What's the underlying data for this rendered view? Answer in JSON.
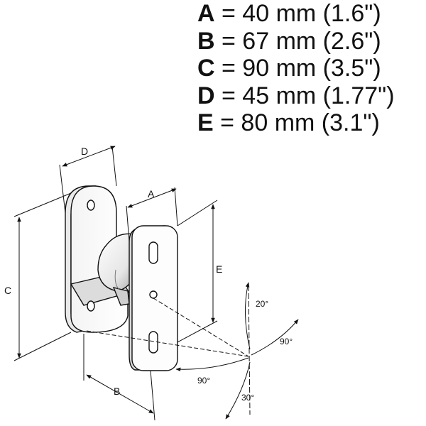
{
  "legend": [
    {
      "letter": "A",
      "text": " = 40 mm (1.6\")"
    },
    {
      "letter": "B",
      "text": " = 67 mm (2.6\")"
    },
    {
      "letter": "C",
      "text": " = 90 mm (3.5\")"
    },
    {
      "letter": "D",
      "text": " = 45 mm (1.77\")"
    },
    {
      "letter": "E",
      "text": " = 80 mm (3.1\")"
    }
  ],
  "dimension_labels": {
    "a": "A",
    "b": "B",
    "c": "C",
    "d": "D",
    "e": "E"
  },
  "angles": {
    "up": "20°",
    "right": "90°",
    "left": "90°",
    "down": "30°"
  }
}
